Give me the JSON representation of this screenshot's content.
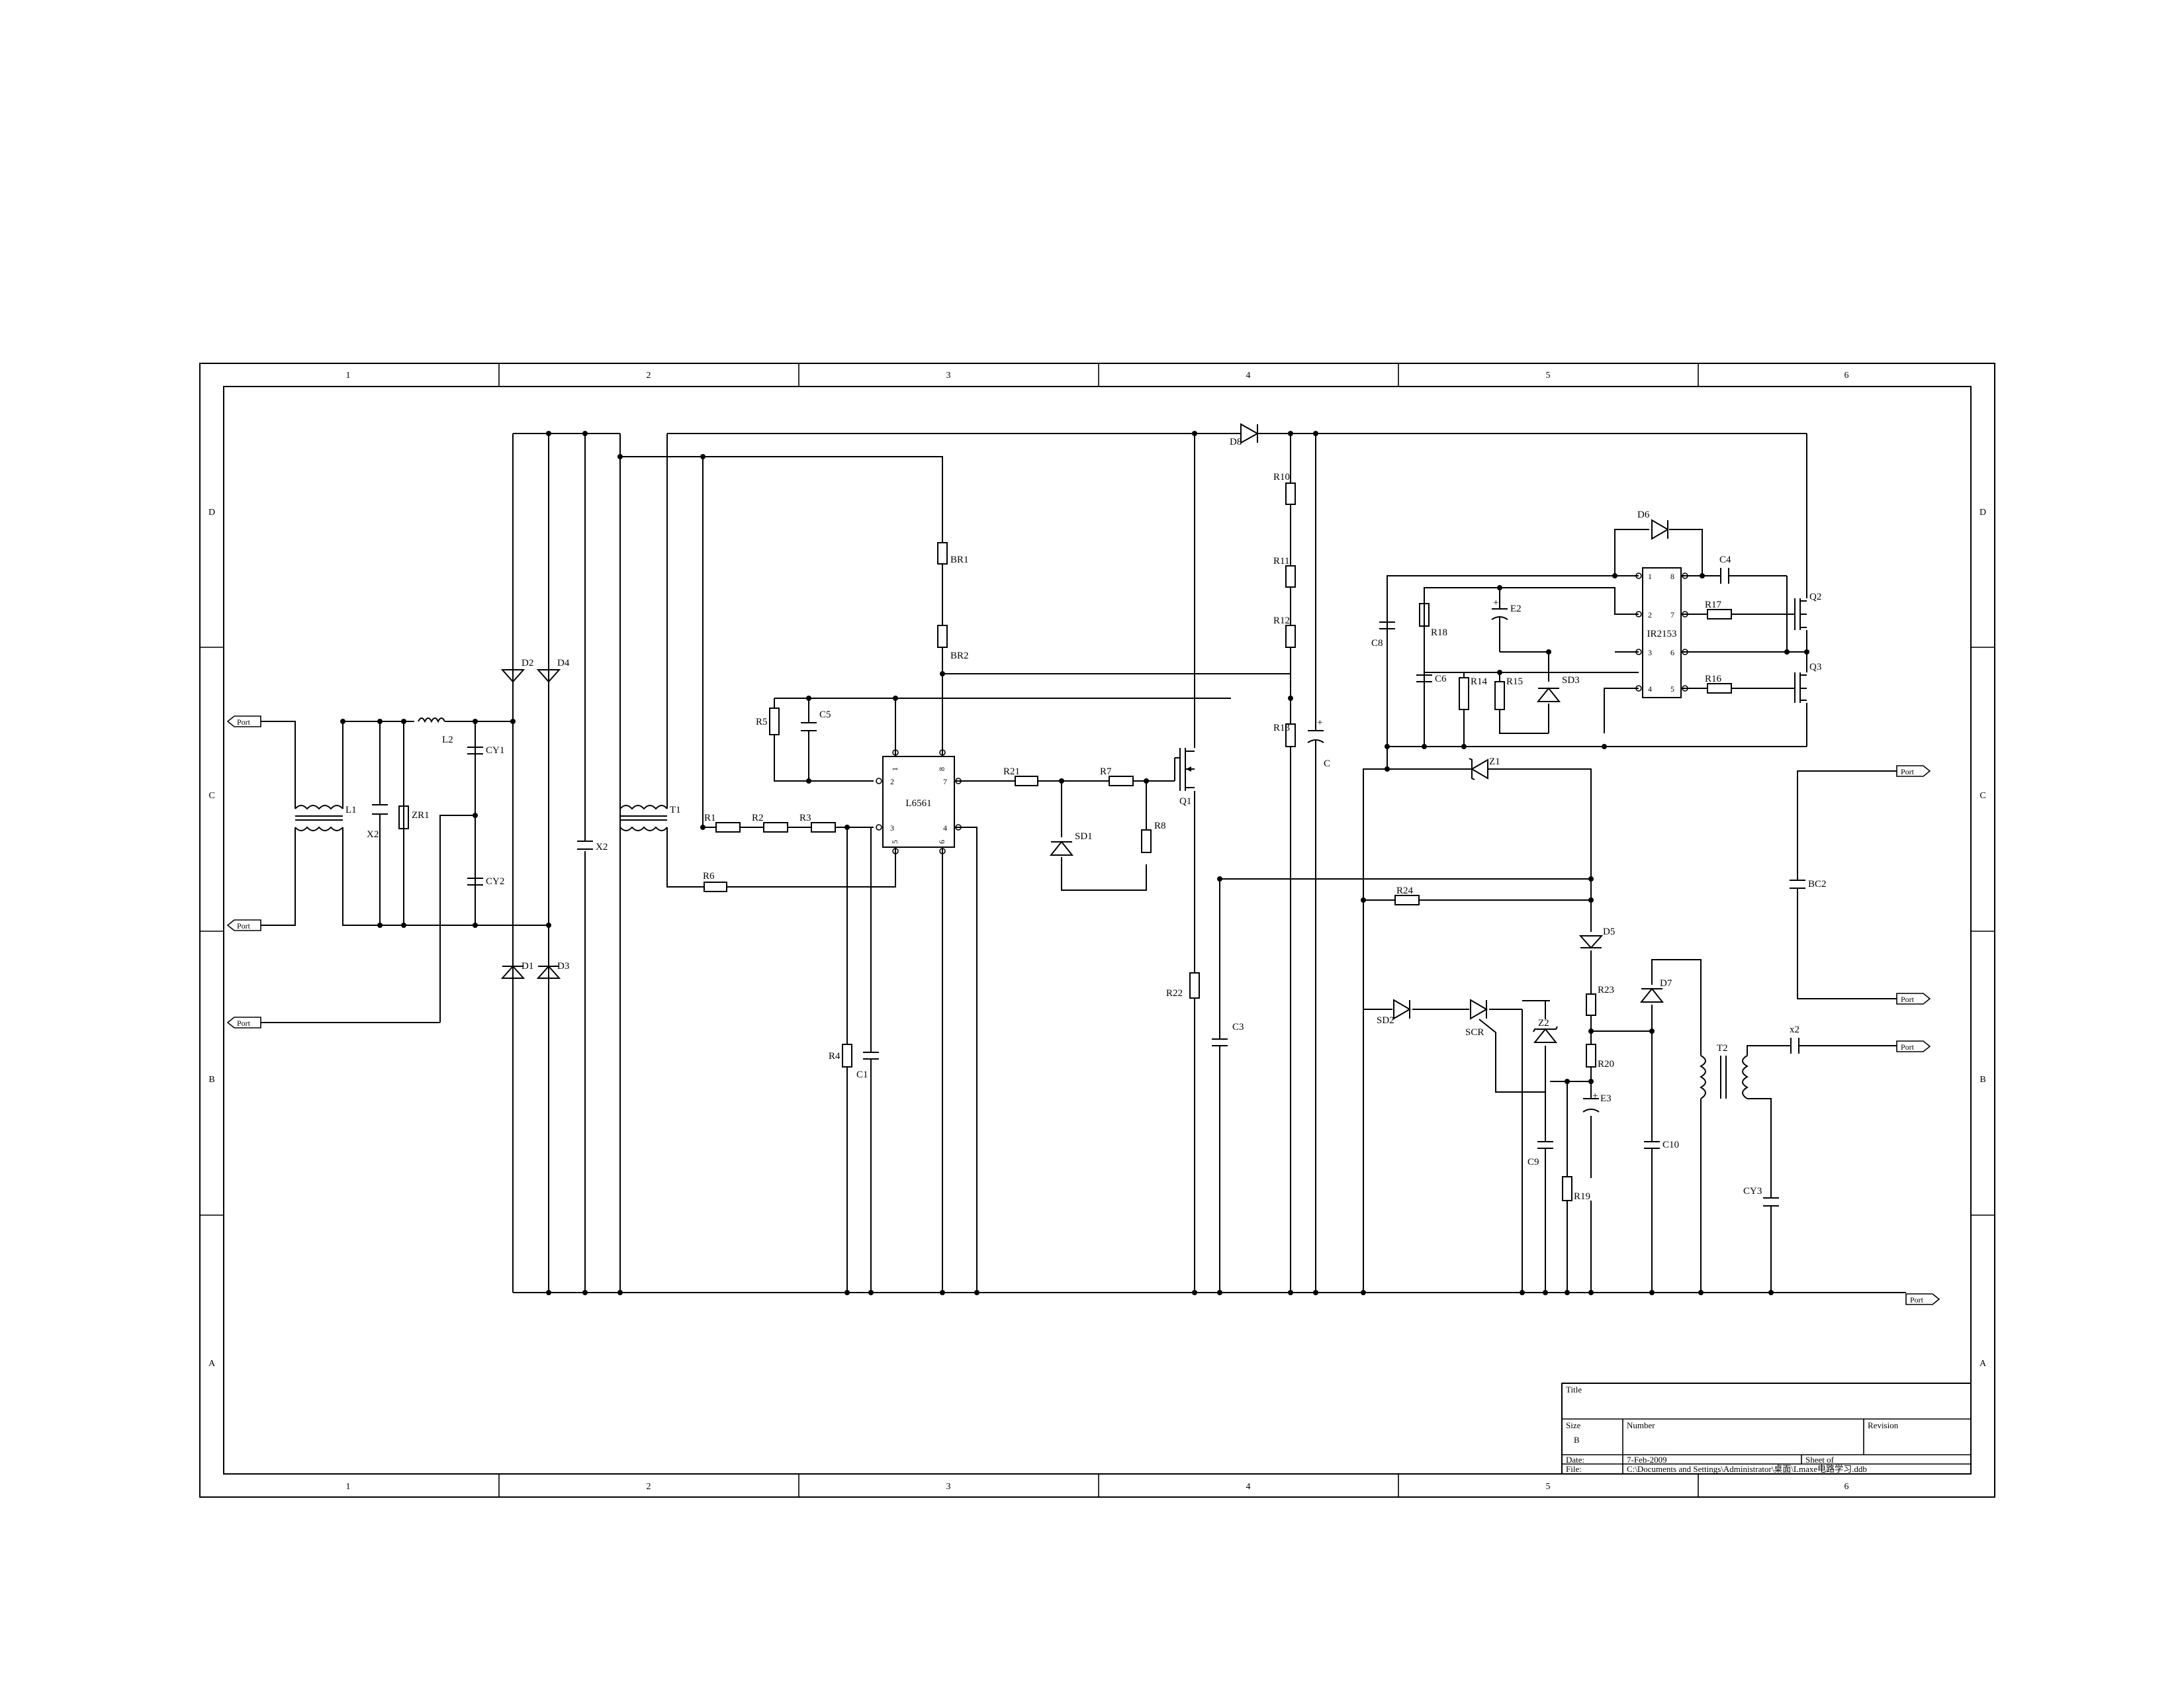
{
  "sheet": {
    "zones_top": [
      "1",
      "2",
      "3",
      "4",
      "5",
      "6"
    ],
    "zones_side": [
      "D",
      "C",
      "B",
      "A"
    ]
  },
  "ports": [
    "Port",
    "Port",
    "Port",
    "Port",
    "Port",
    "Port",
    "Port"
  ],
  "components": {
    "L1": "L1",
    "X2a": "X2",
    "ZR1": "ZR1",
    "L2": "L2",
    "CY1": "CY1",
    "CY2": "CY2",
    "D1": "D1",
    "D2": "D2",
    "D3": "D3",
    "D4": "D4",
    "X2b": "X2",
    "T1": "T1",
    "R1": "R1",
    "R2": "R2",
    "R3": "R3",
    "R4": "R4",
    "R5": "R5",
    "R6": "R6",
    "R7": "R7",
    "R8": "R8",
    "C1": "C1",
    "C5": "C5",
    "BR1": "BR1",
    "BR2": "BR2",
    "L6561": "L6561",
    "R21": "R21",
    "SD1": "SD1",
    "Q1": "Q1",
    "R22": "R22",
    "C3": "C3",
    "D8": "D8",
    "R10": "R10",
    "R11": "R11",
    "R12": "R12",
    "R13": "R13",
    "C": "C",
    "plus": "+",
    "C8": "C8",
    "R18": "R18",
    "E2": "E2",
    "C6": "C6",
    "R14": "R14",
    "R15": "R15",
    "SD3": "SD3",
    "D6": "D6",
    "C4": "C4",
    "IR2153": "IR2153",
    "R17": "R17",
    "R16": "R16",
    "Q2": "Q2",
    "Q3": "Q3",
    "Z1": "Z1",
    "R24": "R24",
    "D5": "D5",
    "SD2": "SD2",
    "SCR": "SCR",
    "Z2": "Z2",
    "C9": "C9",
    "R23": "R23",
    "R20": "R20",
    "E3": "E3",
    "R19": "R19",
    "D7": "D7",
    "C10": "C10",
    "T2": "T2",
    "x2": "x2",
    "BC2": "BC2",
    "CY3": "CY3"
  },
  "ic_l6561_pins": {
    "p1": "1",
    "p2": "2",
    "p3": "3",
    "p4": "4",
    "p5": "5",
    "p6": "6",
    "p7": "7",
    "p8": "8"
  },
  "ic_ir2153_pins": {
    "p1": "1",
    "p2": "2",
    "p3": "3",
    "p4": "4",
    "p5": "5",
    "p6": "6",
    "p7": "7",
    "p8": "8"
  },
  "title_block": {
    "title": "Title",
    "size": "Size",
    "size_value": "B",
    "number": "Number",
    "revision": "Revision",
    "date": "Date:",
    "date_value": "7-Feb-2009",
    "sheet": "Sheet    of",
    "file": "File:",
    "file_value": "C:\\Documents and Settings\\Administrator\\桌面\\Lmaxe电路学习.ddb"
  }
}
